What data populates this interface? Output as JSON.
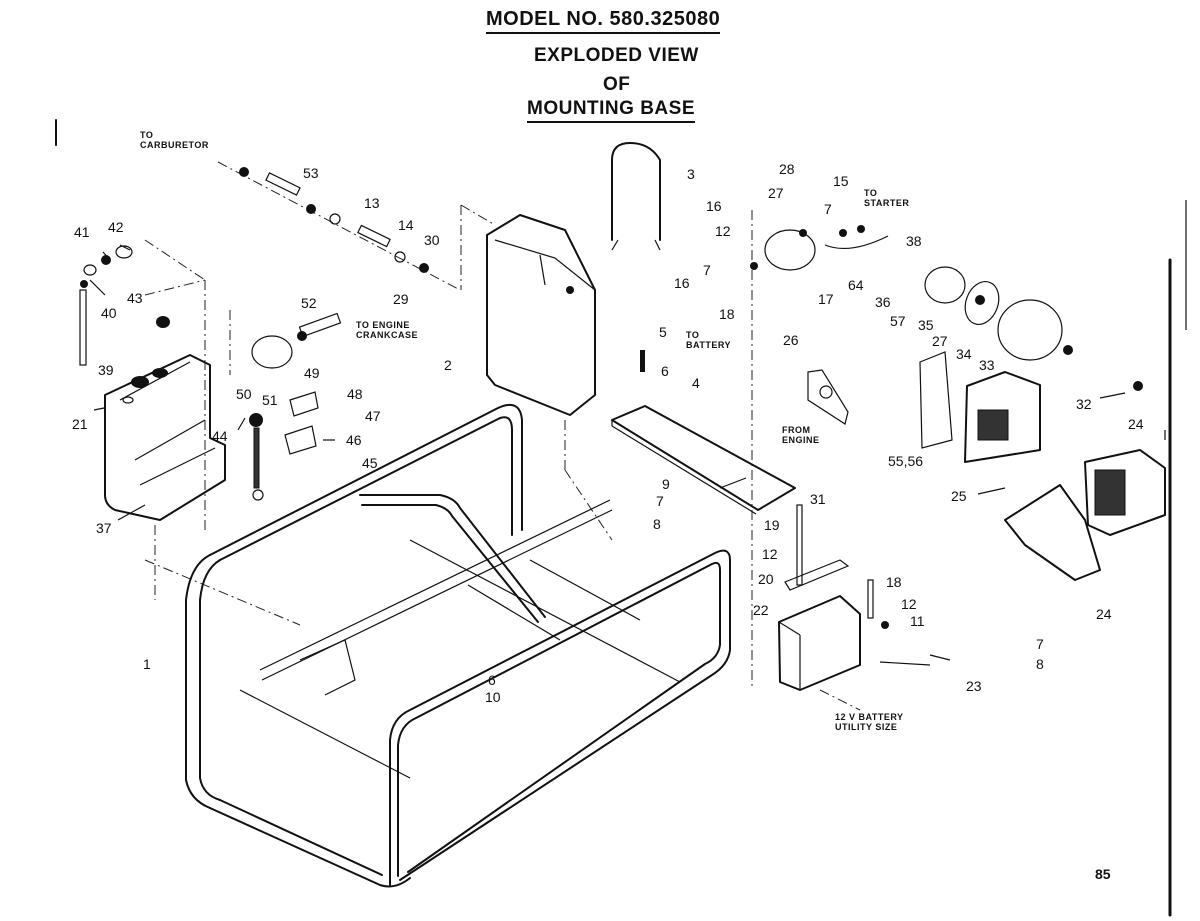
{
  "header": {
    "model": "MODEL NO. 580.325080",
    "title_line1": "EXPLODED VIEW",
    "title_line2": "OF",
    "title_line3": "MOUNTING BASE"
  },
  "notes": {
    "to_carburetor": [
      "TO",
      "CARBURETOR"
    ],
    "to_engine_crankcase": [
      "TO ENGINE",
      "CRANKCASE"
    ],
    "to_battery": [
      "TO",
      "BATTERY"
    ],
    "to_starter": [
      "TO",
      "STARTER"
    ],
    "from_engine": [
      "FROM",
      "ENGINE"
    ],
    "battery": [
      "12 V BATTERY",
      "UTILITY SIZE"
    ]
  },
  "callouts": [
    {
      "id": "c53",
      "label": "53"
    },
    {
      "id": "c13",
      "label": "13"
    },
    {
      "id": "c14",
      "label": "14"
    },
    {
      "id": "c30",
      "label": "30"
    },
    {
      "id": "c41",
      "label": "41"
    },
    {
      "id": "c42",
      "label": "42"
    },
    {
      "id": "c40",
      "label": "40"
    },
    {
      "id": "c43",
      "label": "43"
    },
    {
      "id": "c39",
      "label": "39"
    },
    {
      "id": "c21",
      "label": "21"
    },
    {
      "id": "c37",
      "label": "37"
    },
    {
      "id": "c52",
      "label": "52"
    },
    {
      "id": "c29",
      "label": "29"
    },
    {
      "id": "c49",
      "label": "49"
    },
    {
      "id": "c2",
      "label": "2"
    },
    {
      "id": "c50",
      "label": "50"
    },
    {
      "id": "c51",
      "label": "51"
    },
    {
      "id": "c48",
      "label": "48"
    },
    {
      "id": "c47",
      "label": "47"
    },
    {
      "id": "c44",
      "label": "44"
    },
    {
      "id": "c46",
      "label": "46"
    },
    {
      "id": "c45",
      "label": "45"
    },
    {
      "id": "c1",
      "label": "1"
    },
    {
      "id": "c6a",
      "label": "6"
    },
    {
      "id": "c10",
      "label": "10"
    },
    {
      "id": "c3",
      "label": "3"
    },
    {
      "id": "c28",
      "label": "28"
    },
    {
      "id": "c27a",
      "label": "27"
    },
    {
      "id": "c16a",
      "label": "16"
    },
    {
      "id": "c12a",
      "label": "12"
    },
    {
      "id": "c15",
      "label": "15"
    },
    {
      "id": "c7a",
      "label": "7"
    },
    {
      "id": "c38",
      "label": "38"
    },
    {
      "id": "c16b",
      "label": "16"
    },
    {
      "id": "c7b",
      "label": "7"
    },
    {
      "id": "c18a",
      "label": "18"
    },
    {
      "id": "c17",
      "label": "17"
    },
    {
      "id": "c64",
      "label": "64"
    },
    {
      "id": "c36",
      "label": "36"
    },
    {
      "id": "c57",
      "label": "57"
    },
    {
      "id": "c35",
      "label": "35"
    },
    {
      "id": "c27b",
      "label": "27"
    },
    {
      "id": "c34",
      "label": "34"
    },
    {
      "id": "c33",
      "label": "33"
    },
    {
      "id": "c5",
      "label": "5"
    },
    {
      "id": "c6b",
      "label": "6"
    },
    {
      "id": "c4",
      "label": "4"
    },
    {
      "id": "c26",
      "label": "26"
    },
    {
      "id": "c32",
      "label": "32"
    },
    {
      "id": "c24a",
      "label": "24"
    },
    {
      "id": "c5556",
      "label": "55,56"
    },
    {
      "id": "c25",
      "label": "25"
    },
    {
      "id": "c9",
      "label": "9"
    },
    {
      "id": "c7c",
      "label": "7"
    },
    {
      "id": "c8a",
      "label": "8"
    },
    {
      "id": "c31",
      "label": "31"
    },
    {
      "id": "c19",
      "label": "19"
    },
    {
      "id": "c12b",
      "label": "12"
    },
    {
      "id": "c20",
      "label": "20"
    },
    {
      "id": "c22",
      "label": "22"
    },
    {
      "id": "c18b",
      "label": "18"
    },
    {
      "id": "c12c",
      "label": "12"
    },
    {
      "id": "c11",
      "label": "11"
    },
    {
      "id": "c23",
      "label": "23"
    },
    {
      "id": "c24b",
      "label": "24"
    },
    {
      "id": "c7d",
      "label": "7"
    },
    {
      "id": "c8b",
      "label": "8"
    }
  ],
  "footer": {
    "page_number": "85"
  }
}
